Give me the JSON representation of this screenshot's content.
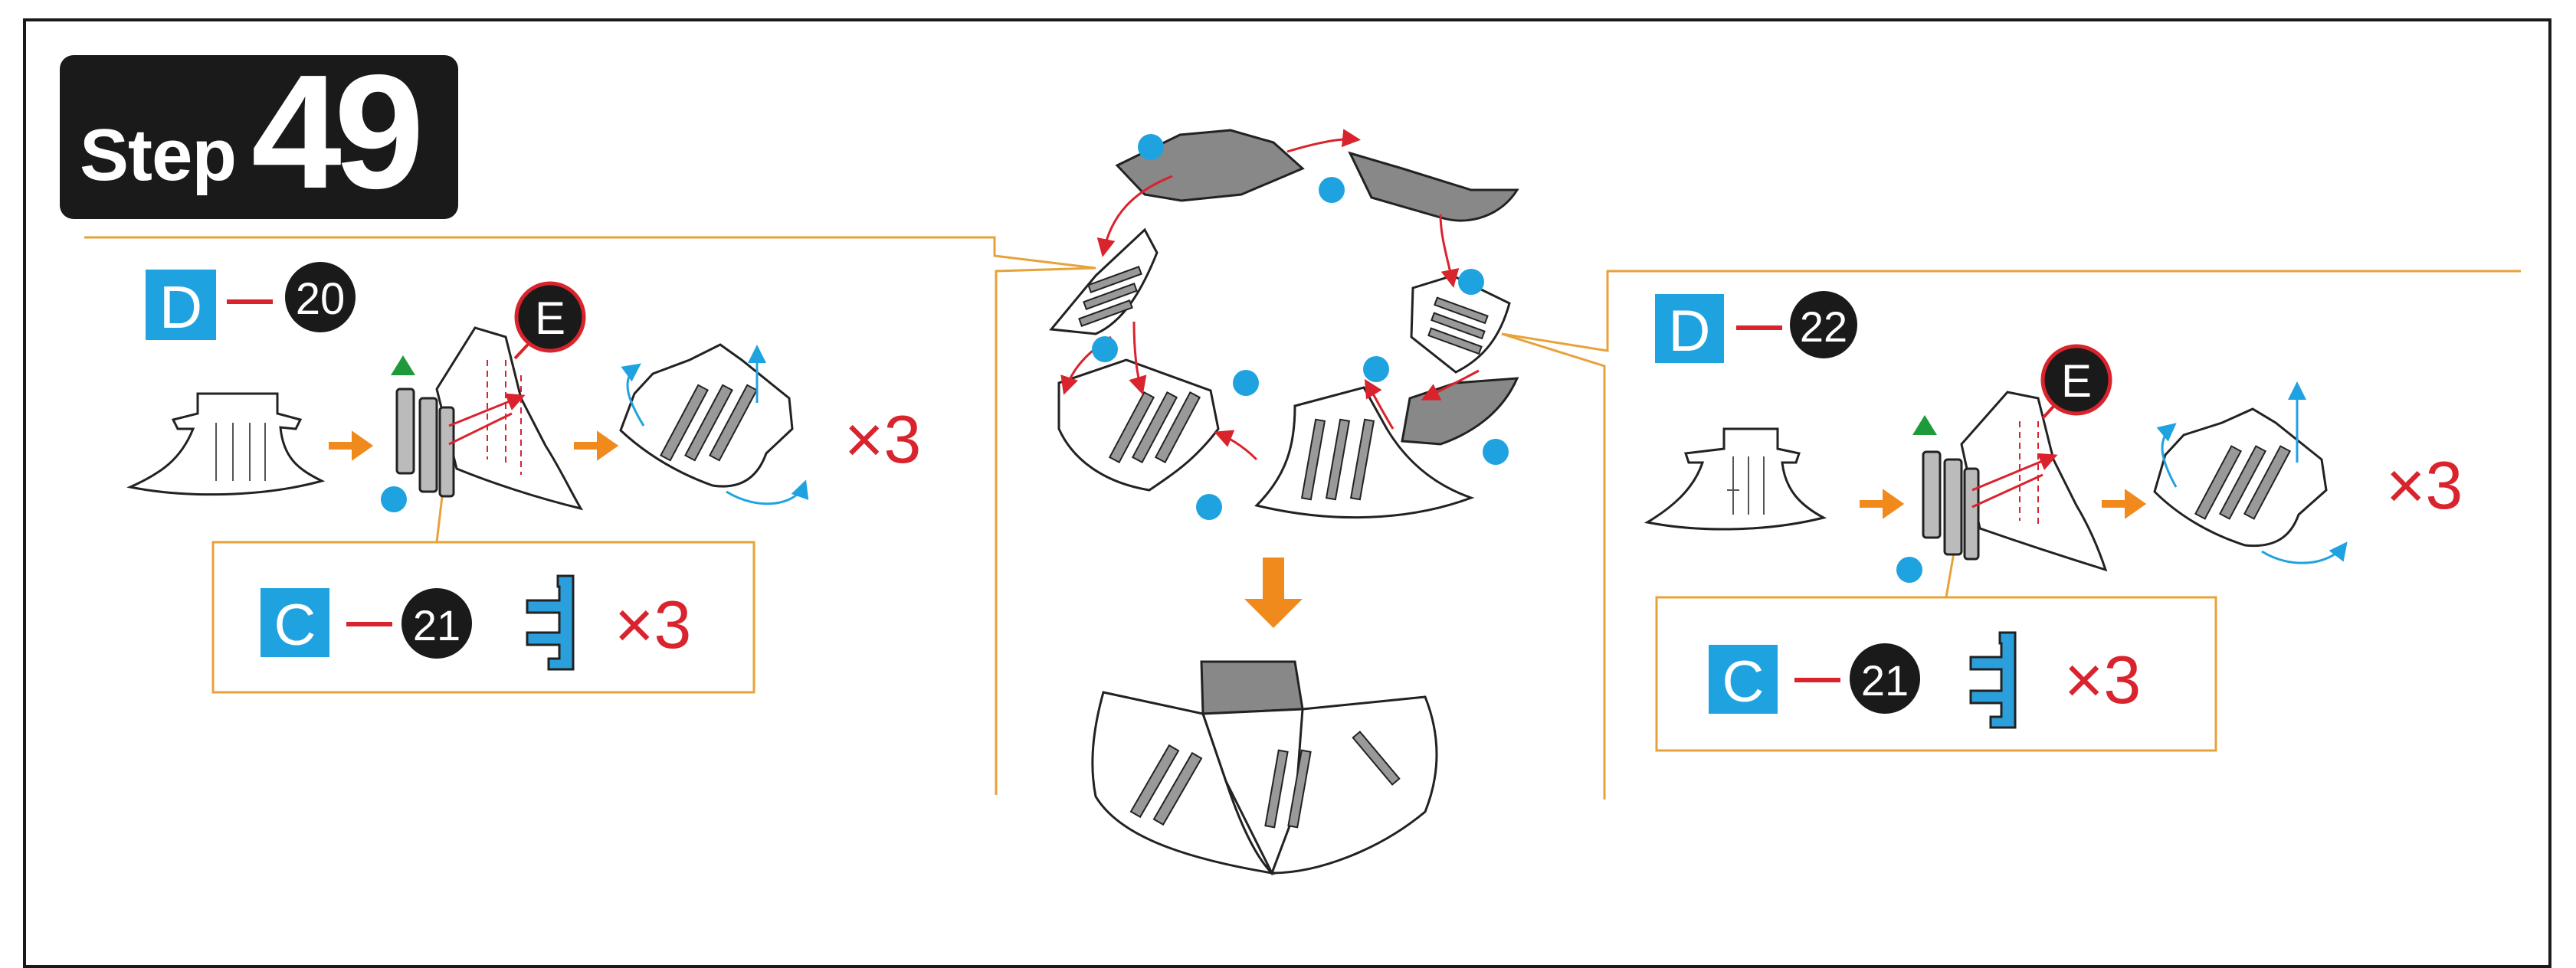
{
  "step": {
    "word": "Step",
    "number": "49"
  },
  "left_panel": {
    "sheet": "D",
    "part": "20",
    "target": "E",
    "multiplier": "×3",
    "clip": {
      "sheet": "C",
      "part": "21",
      "multiplier": "×3"
    }
  },
  "right_panel": {
    "sheet": "D",
    "part": "22",
    "target": "E",
    "multiplier": "×3",
    "clip": {
      "sheet": "C",
      "part": "21",
      "multiplier": "×3"
    }
  },
  "colors": {
    "sheet_box": "#1fa3e0",
    "number_circle": "#1a1a1a",
    "dash": "#d9232d",
    "multiplier": "#d9232d",
    "leader_line": "#e8a23a",
    "arrow": "#f08a1c",
    "glue_dot": "#1fa3e0",
    "triangle": "#1f9a3a",
    "fold_arrow": "#1fa3e0",
    "clip_fill": "#2b9fdc",
    "dark_panel": "#888888"
  },
  "icons": [
    "orange-arrow-icon",
    "blue-dot-icon",
    "green-triangle-icon",
    "clip-icon",
    "fold-arrow-icon"
  ]
}
